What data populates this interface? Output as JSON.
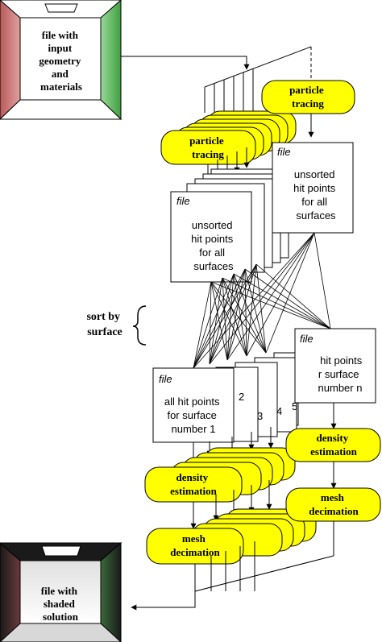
{
  "input_file": {
    "lines": [
      "file with",
      "input",
      "geometry",
      "and",
      "materials"
    ]
  },
  "output_file": {
    "lines": [
      "file with",
      "shaded",
      "solution"
    ]
  },
  "particle_tracing": {
    "lines": [
      "particle",
      "tracing"
    ]
  },
  "unsorted_file": {
    "tag": "file",
    "lines": [
      "unsorted",
      "hit points",
      "for all",
      "surfaces"
    ]
  },
  "sort_label": {
    "lines": [
      "sort by",
      "surface"
    ]
  },
  "sorted_file_1": {
    "tag": "file",
    "lines": [
      "all hit points",
      "for surface",
      "number 1"
    ]
  },
  "sorted_file_n": {
    "tag": "file",
    "lines": [
      "hit points",
      "r surface",
      "number n"
    ]
  },
  "sorted_peeks": [
    "2",
    "3",
    "4",
    "5"
  ],
  "density_estimation": {
    "lines": [
      "density",
      "estimation"
    ]
  },
  "mesh_decimation": {
    "lines": [
      "mesh",
      "decimation"
    ]
  },
  "colors": {
    "pill_fill": "#ffff00",
    "wall_left": "#c87a7a",
    "wall_right": "#6fc06f",
    "outline": "#000000"
  }
}
